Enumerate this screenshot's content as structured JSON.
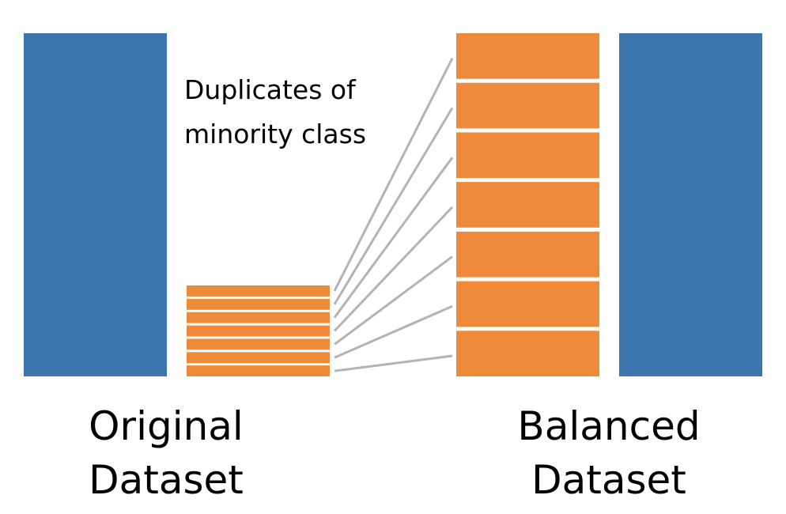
{
  "colors": {
    "majority": "#3d76ae",
    "minority": "#ef8a3a",
    "connector": "#b3b3b3",
    "background": "#ffffff"
  },
  "annotation": {
    "line1": "Duplicates of",
    "line2": "minority class"
  },
  "original": {
    "label_line1": "Original",
    "label_line2": "Dataset",
    "minority_stripes": 7
  },
  "balanced": {
    "label_line1": "Balanced",
    "label_line2": "Dataset",
    "minority_blocks": 7
  }
}
